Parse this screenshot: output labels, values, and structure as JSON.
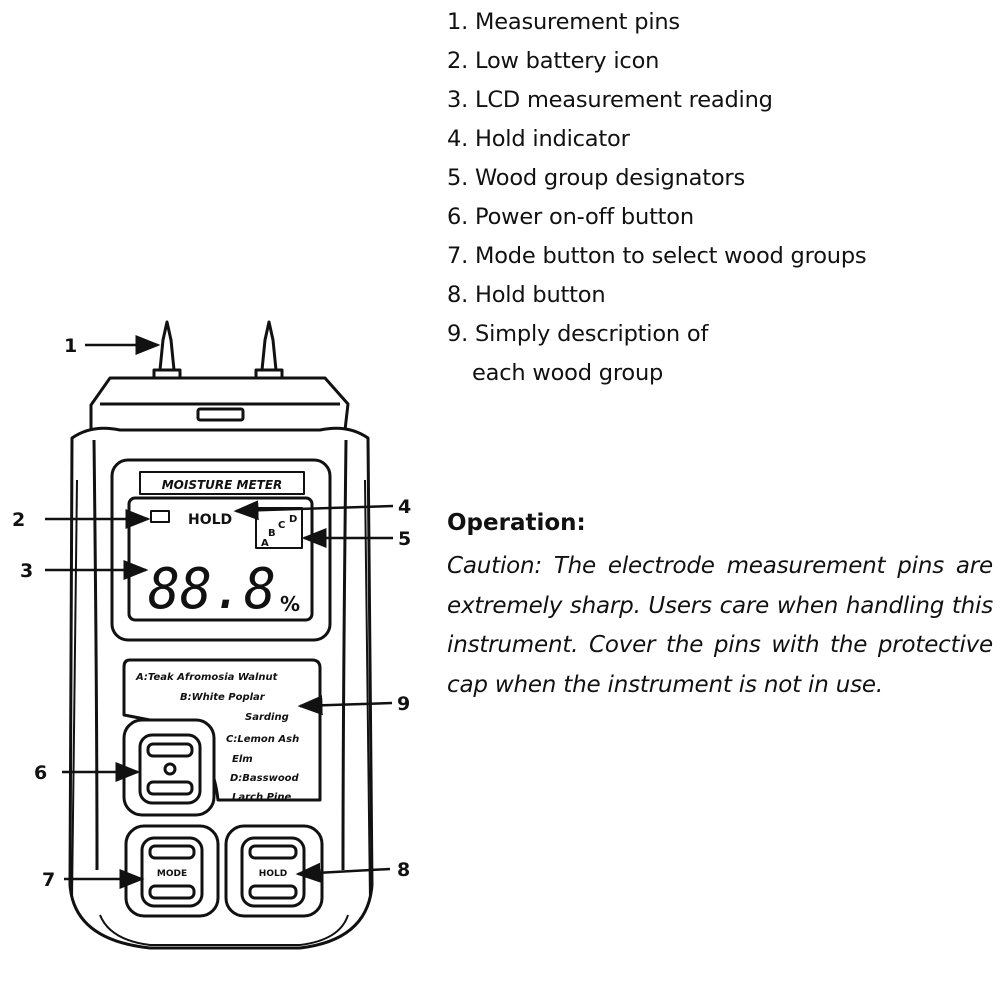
{
  "legend": [
    "1. Measurement pins",
    "2. Low battery icon",
    "3. LCD measurement reading",
    "4. Hold indicator",
    "5. Wood group designators",
    "6. Power on-off button",
    "7. Mode button to select wood groups",
    "8. Hold button",
    "9. Simply description of",
    "each wood group"
  ],
  "operation": {
    "title": "Operation:",
    "text": "Caution: The electrode measurement pins are extremely sharp. Users care when handling this instrument. Cover the pins with the protective cap when the instrument is not in use."
  },
  "callouts": [
    "1",
    "2",
    "3",
    "4",
    "5",
    "6",
    "7",
    "8",
    "9"
  ],
  "device": {
    "brand_label": "MOISTURE METER",
    "hold_label": "HOLD",
    "lcd_digits": "88.8",
    "lcd_unit": "%",
    "wood_groups_lcd": [
      "A",
      "B",
      "C",
      "D"
    ],
    "wood_group_descriptions": [
      "A:Teak Afromosia Walnut",
      "B:White Poplar",
      "Sarding",
      "C:Lemon Ash",
      "Elm",
      "D:Basswood",
      "Larch Pine"
    ],
    "mode_button_label": "MODE",
    "hold_button_label": "HOLD"
  },
  "colors": {
    "ink": "#111111",
    "background": "#ffffff"
  }
}
